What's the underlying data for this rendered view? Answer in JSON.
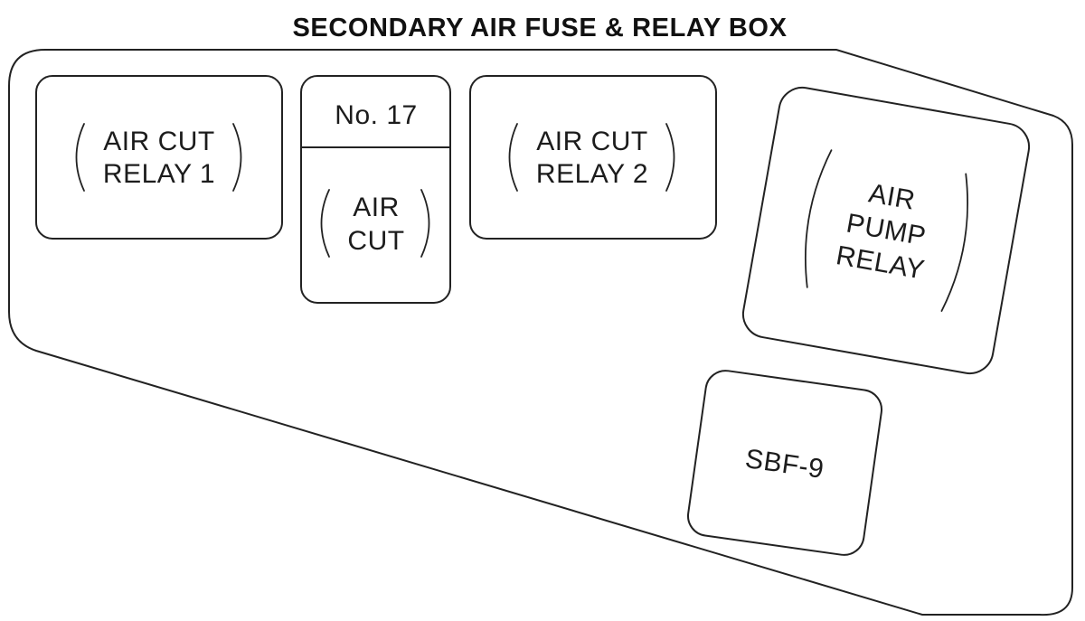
{
  "title": "SECONDARY AIR FUSE & RELAY BOX",
  "components": {
    "air_cut_relay_1": {
      "line1": "AIR CUT",
      "line2": "RELAY 1"
    },
    "fuse_no17": {
      "number": "No. 17",
      "line1": "AIR",
      "line2": "CUT"
    },
    "air_cut_relay_2": {
      "line1": "AIR CUT",
      "line2": "RELAY 2"
    },
    "air_pump_relay": {
      "line1": "AIR",
      "line2": "PUMP",
      "line3": "RELAY"
    },
    "sbf9": {
      "label": "SBF-9"
    }
  },
  "colors": {
    "line": "#222222",
    "text": "#1c1c1c",
    "background": "#ffffff"
  }
}
